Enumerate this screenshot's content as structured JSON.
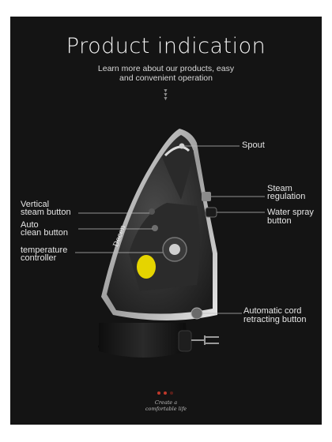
{
  "header": {
    "title": "Product indication",
    "subtitle_line1": "Learn more about our products, easy",
    "subtitle_line2": "and convenient operation"
  },
  "labels": {
    "spout": "Spout",
    "steam_regulation_1": "Steam",
    "steam_regulation_2": "regulation",
    "water_spray_1": "Water spray",
    "water_spray_2": "button",
    "vertical_steam_1": "Vertical",
    "vertical_steam_2": "steam button",
    "auto_clean_1": "Auto",
    "auto_clean_2": "clean button",
    "temperature_1": "temperature",
    "temperature_2": "controller",
    "cord_1": "Automatic cord",
    "cord_2": "retracting button"
  },
  "brand_text": "Decen",
  "footer": {
    "tagline_line1": "Create a",
    "tagline_line2": "comfortable life"
  },
  "colors": {
    "background": "#141414",
    "accent_red": "#c0392b",
    "dial_yellow": "#e5d400"
  },
  "icons": {
    "arrow": "triple-chevron-down-icon"
  }
}
